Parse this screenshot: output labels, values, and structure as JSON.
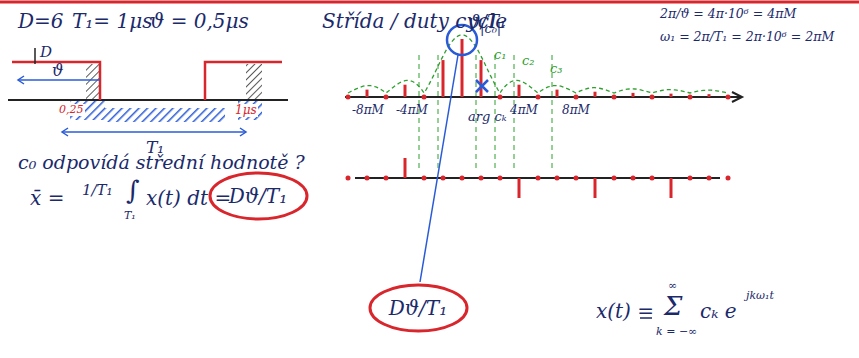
{
  "diagram": {
    "nodes": [
      {
        "text": [
          "Dϑ/T₁"
        ]
      },
      {
        "text": [
          "Dϑ/T₁"
        ]
      }
    ],
    "labels": [
      "D=6",
      "T₁= 1μs",
      "ϑ = 0,5μs",
      "D",
      "ϑ",
      "0,25",
      "1μs",
      "T₁",
      "c₀ odpovídá střední hodnotě ?",
      "x̄ =",
      "1/T₁",
      "∫",
      "T₁",
      "x(t) dt =",
      "Střída / duty cycle",
      "ϑ/T₁",
      "2π/ϑ = 4π·10⁶ = 4πM",
      "ω₁ = 2π/T₁ = 2π·10⁶ = 2πM",
      "|c₀|",
      "c₁",
      "c₂",
      "c₃",
      "arg cₖ",
      "-8πM",
      "-4πM",
      "4πM",
      "8πM",
      "x(t) =",
      "Σ",
      "∞",
      "k = −∞",
      "cₖ e",
      "jkω₁t"
    ]
  }
}
